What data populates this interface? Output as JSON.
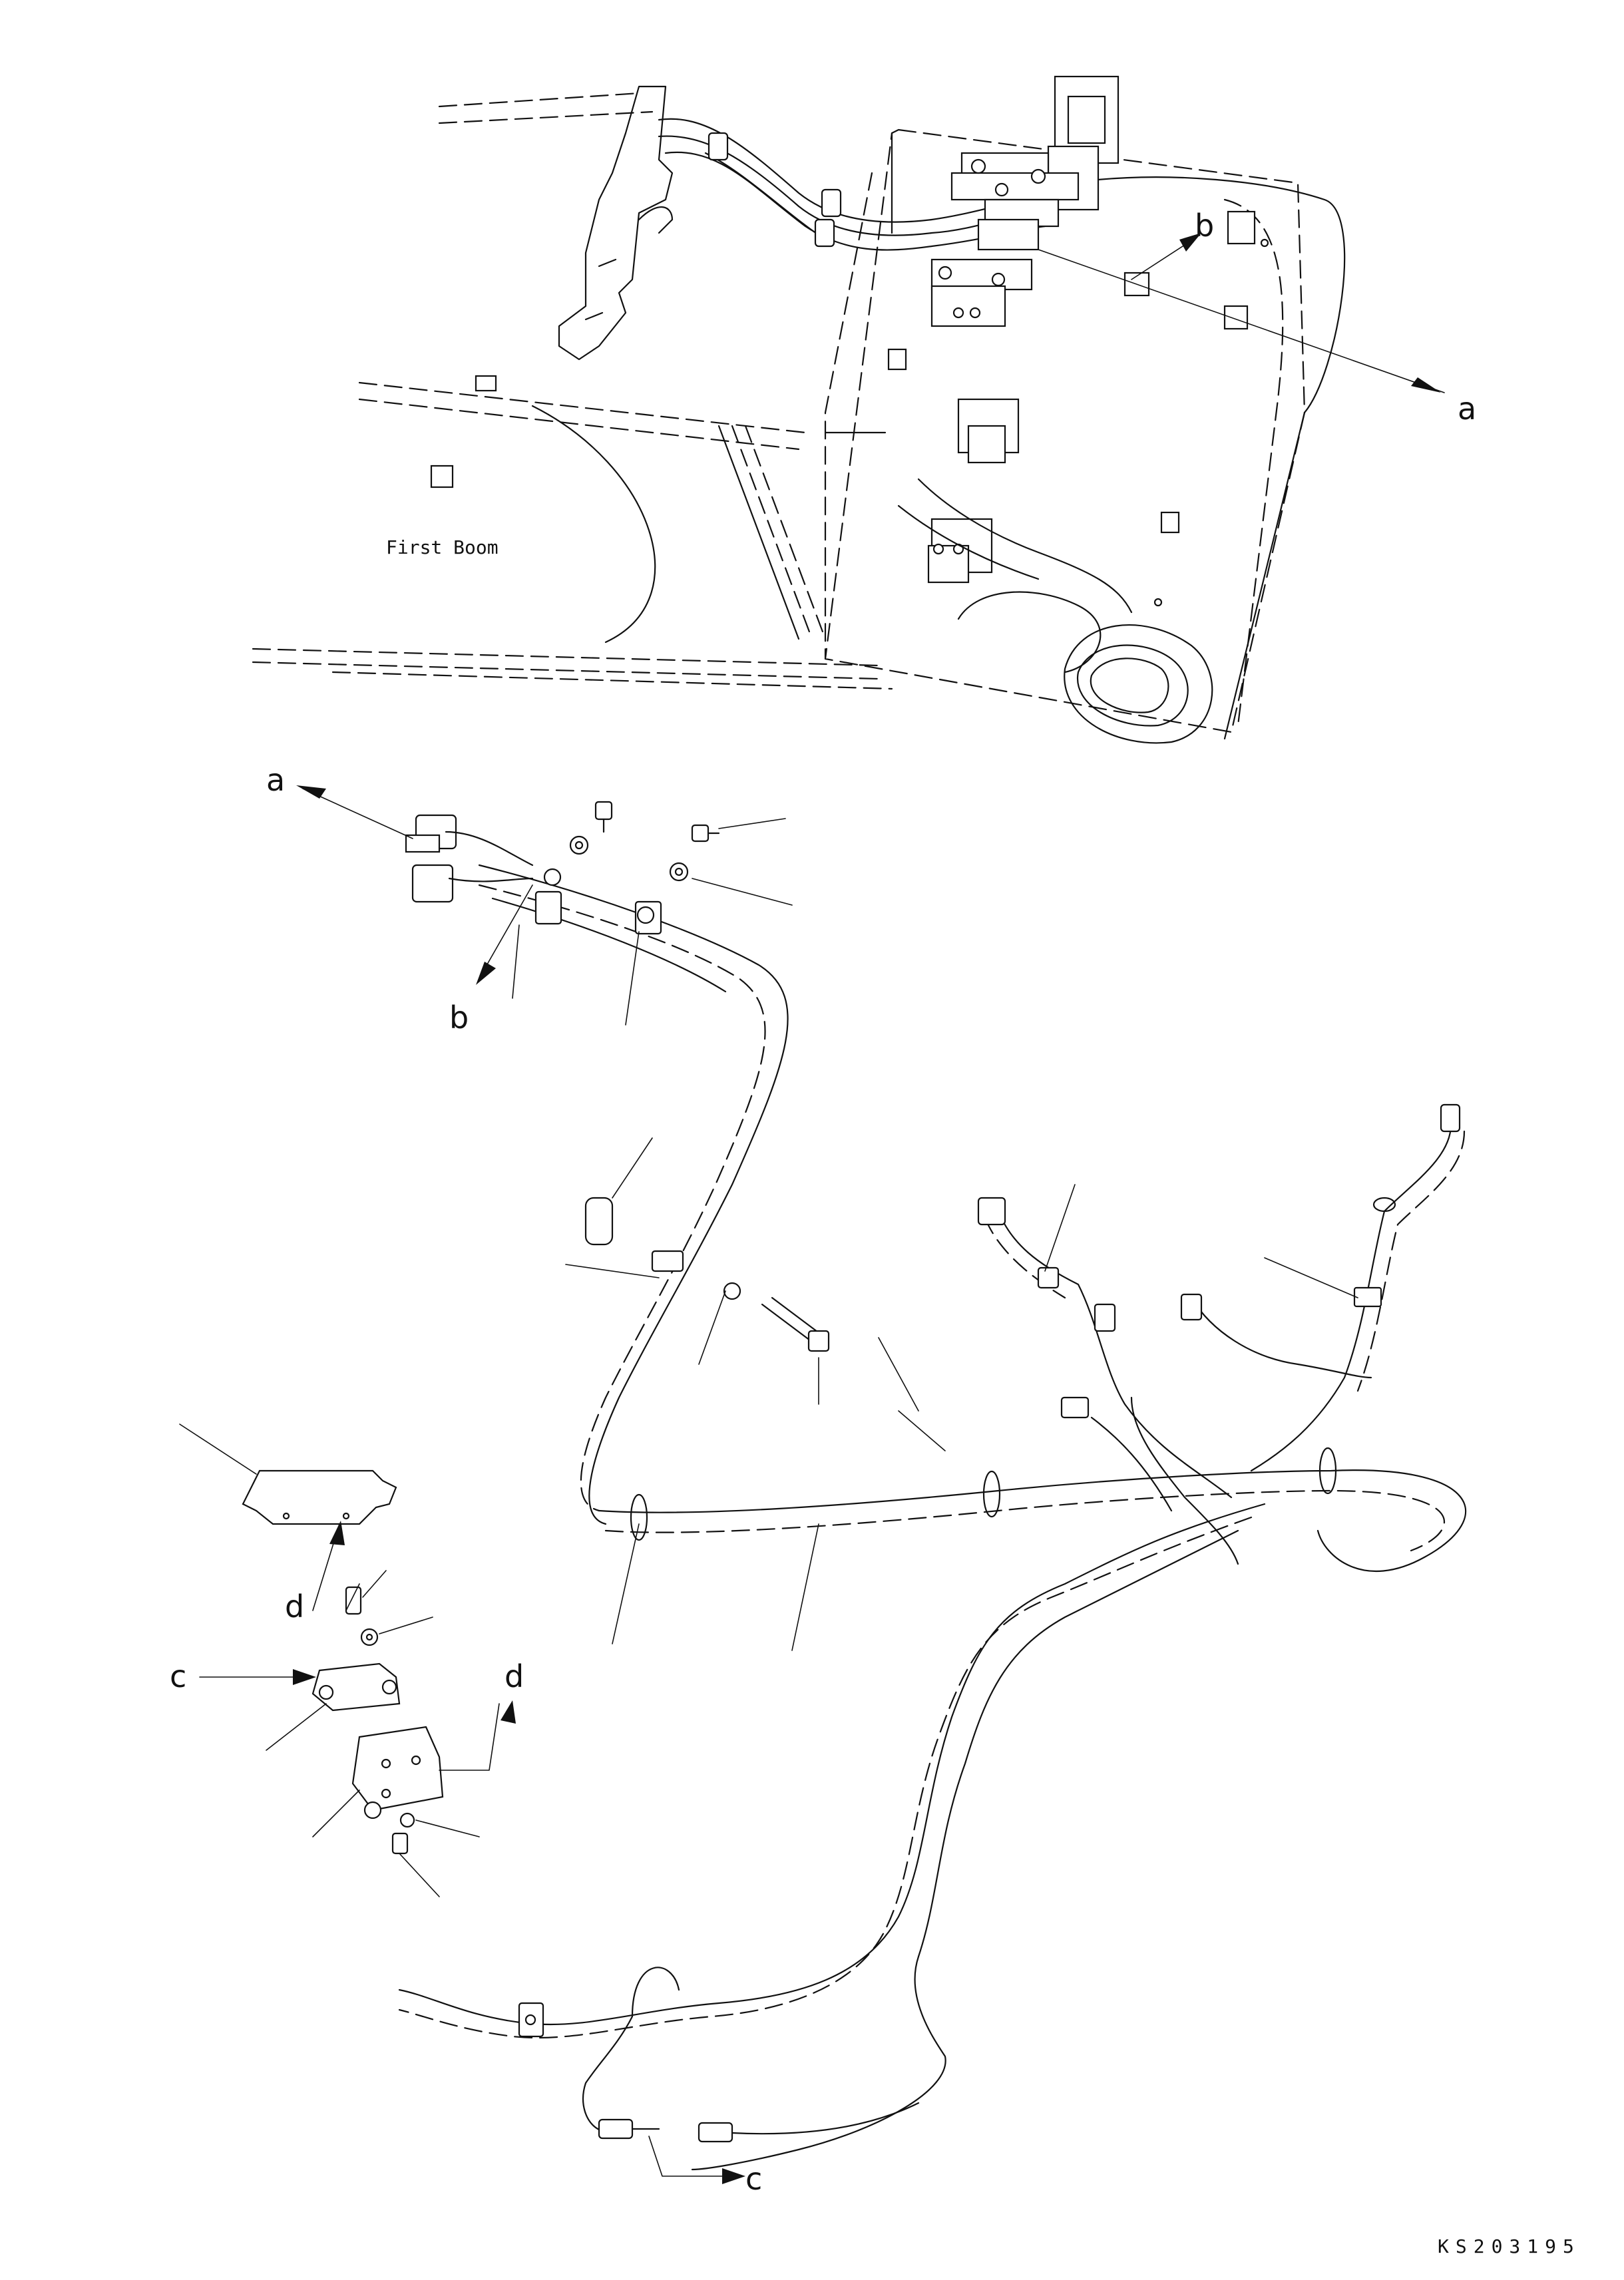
{
  "caption": "First Boom",
  "refs": {
    "a_top": "a",
    "b_top": "b",
    "a_mid": "a",
    "b_mid": "b",
    "c_left": "c",
    "c_bottom": "c",
    "d_left": "d",
    "d_right": "d"
  },
  "drawing_code": "KS203195",
  "colors": {
    "ink": "#111111",
    "paper": "#ffffff"
  }
}
